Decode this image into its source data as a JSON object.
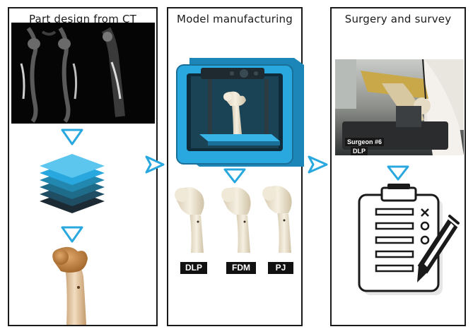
{
  "panels": [
    {
      "title": "Part design from CT"
    },
    {
      "title": "Model manufacturing"
    },
    {
      "title": "Surgery and survey"
    }
  ],
  "manufacturing_methods": [
    "DLP",
    "FDM",
    "PJ"
  ],
  "photo_labels": {
    "surgeon": "Surgeon #6",
    "method": "DLP"
  },
  "colors": {
    "accent": "#29a8e0",
    "layer_dark": "#1b2a33",
    "bone": "#efe6d4"
  }
}
